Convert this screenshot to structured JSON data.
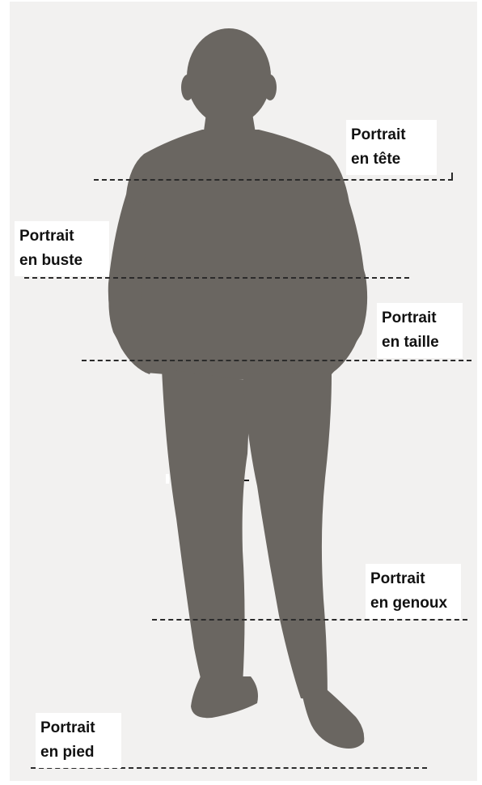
{
  "colors": {
    "background": "#f2f1f0",
    "silhouette": "#6a6661",
    "dash": "#2b2b2b",
    "label_bg": "#ffffff",
    "label_text": "#111111"
  },
  "figure": {
    "icon": "man-silhouette-icon"
  },
  "labels": {
    "tete": "Portrait\nen tête",
    "buste": "Portrait\nen buste",
    "taille": "Portrait\nen taille",
    "genoux": "Portrait\nen genoux",
    "pied": "Portrait\nen pied"
  }
}
